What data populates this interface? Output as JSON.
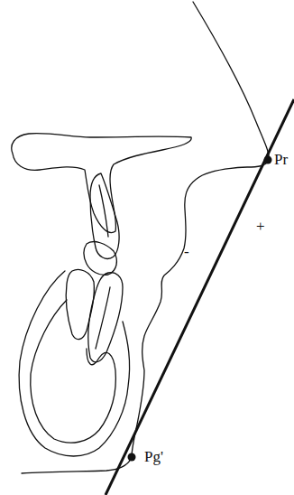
{
  "diagram": {
    "labels": [
      "Pr",
      "Pg'",
      "-",
      "+"
    ]
  }
}
